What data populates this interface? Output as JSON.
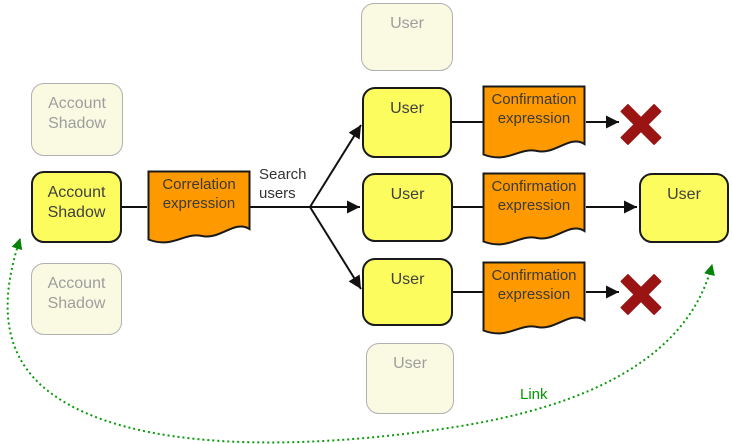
{
  "nodes": {
    "account_shadow_ghost_top": "Account Shadow",
    "account_shadow": "Account Shadow",
    "account_shadow_ghost_bottom": "Account Shadow",
    "correlation_expression": "Correlation expression",
    "user_ghost_top": "User",
    "user_candidate_1": "User",
    "user_candidate_2": "User",
    "user_candidate_3": "User",
    "user_ghost_bottom": "User",
    "confirmation_expression_1": "Confirmation expression",
    "confirmation_expression_2": "Confirmation expression",
    "confirmation_expression_3": "Confirmation expression",
    "user_result": "User"
  },
  "edges": {
    "search_users_label": "Search users",
    "link_label": "Link"
  },
  "colors": {
    "yellow_fill": "#fcfc5f",
    "ghost_fill": "#fafae3",
    "ghost_border": "#b0b0b0",
    "document_fill": "#ff9900",
    "outline": "#1a1a1a",
    "reject_red": "#9b1414",
    "link_green": "#009900"
  }
}
